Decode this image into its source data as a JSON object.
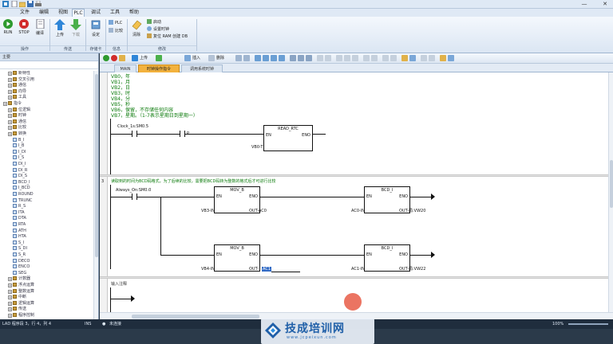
{
  "titlebar": {
    "minimize": "—",
    "close": "✕"
  },
  "menu": {
    "tabs": [
      "文件",
      "编辑",
      "视图",
      "PLC",
      "调试",
      "工具",
      "帮助"
    ],
    "active": "PLC"
  },
  "ribbon": {
    "buttons": {
      "run": "RUN",
      "stop": "STOP",
      "compile": "编译",
      "upload": "上传",
      "download": "下载",
      "settings": "设定",
      "plc": "PLC",
      "compare": "比较",
      "clear": "清除"
    },
    "small": {
      "startup": "启动",
      "realtime_clock": "设置时钟",
      "ram_to_eeprom": "复位 RAM 创建 DB"
    },
    "groups": [
      "操作",
      "传送",
      "存储卡",
      "信息",
      "修改"
    ]
  },
  "leftpanel": {
    "header": "主要",
    "tree": [
      {
        "label": "新特性",
        "level": 1,
        "folder": true
      },
      {
        "label": "交叉引用",
        "level": 1,
        "folder": true
      },
      {
        "label": "通信",
        "level": 1,
        "folder": true
      },
      {
        "label": "向导",
        "level": 1,
        "folder": true
      },
      {
        "label": "工具",
        "level": 1,
        "folder": true
      },
      {
        "label": "指令",
        "level": 0,
        "folder": true
      },
      {
        "label": "位逻辑",
        "level": 1,
        "folder": true
      },
      {
        "label": "时钟",
        "level": 1,
        "folder": true
      },
      {
        "label": "通信",
        "level": 1,
        "folder": true
      },
      {
        "label": "比较",
        "level": 1,
        "folder": true
      },
      {
        "label": "转换",
        "level": 1,
        "folder": true
      },
      {
        "label": "B_I",
        "level": 2,
        "folder": false
      },
      {
        "label": "I_B",
        "level": 2,
        "folder": false
      },
      {
        "label": "I_DI",
        "level": 2,
        "folder": false
      },
      {
        "label": "I_S",
        "level": 2,
        "folder": false
      },
      {
        "label": "DI_I",
        "level": 2,
        "folder": false
      },
      {
        "label": "DI_R",
        "level": 2,
        "folder": false
      },
      {
        "label": "DI_S",
        "level": 2,
        "folder": false
      },
      {
        "label": "BCD_I",
        "level": 2,
        "folder": false
      },
      {
        "label": "I_BCD",
        "level": 2,
        "folder": false
      },
      {
        "label": "ROUND",
        "level": 2,
        "folder": false
      },
      {
        "label": "TRUNC",
        "level": 2,
        "folder": false
      },
      {
        "label": "R_S",
        "level": 2,
        "folder": false
      },
      {
        "label": "ITA",
        "level": 2,
        "folder": false
      },
      {
        "label": "DTA",
        "level": 2,
        "folder": false
      },
      {
        "label": "RTA",
        "level": 2,
        "folder": false
      },
      {
        "label": "ATH",
        "level": 2,
        "folder": false
      },
      {
        "label": "HTA",
        "level": 2,
        "folder": false
      },
      {
        "label": "S_I",
        "level": 2,
        "folder": false
      },
      {
        "label": "S_DI",
        "level": 2,
        "folder": false
      },
      {
        "label": "S_R",
        "level": 2,
        "folder": false
      },
      {
        "label": "DECO",
        "level": 2,
        "folder": false
      },
      {
        "label": "ENCO",
        "level": 2,
        "folder": false
      },
      {
        "label": "SEG",
        "level": 2,
        "folder": false
      },
      {
        "label": "计数器",
        "level": 1,
        "folder": true
      },
      {
        "label": "浮点运算",
        "level": 1,
        "folder": true
      },
      {
        "label": "整数运算",
        "level": 1,
        "folder": true
      },
      {
        "label": "中断",
        "level": 1,
        "folder": true
      },
      {
        "label": "逻辑运算",
        "level": 1,
        "folder": true
      },
      {
        "label": "传送",
        "level": 1,
        "folder": true
      },
      {
        "label": "程序控制",
        "level": 1,
        "folder": true
      }
    ]
  },
  "editor": {
    "toolbar": {
      "upload": "上传",
      "insert": "插入",
      "delete": "删除"
    },
    "tabs": [
      "MAIN",
      "时钟操作指令",
      "调用系统时钟"
    ],
    "active_tab": "时钟操作指令",
    "network1": {
      "comments": [
        "VB0，年",
        "VB1，月",
        "VB2，日",
        "VB3，时",
        "VB4，分",
        "VB5，秒",
        "VB6，保留，不存储任何内容",
        "VB7，星期。（1-7表示星期日到星期一）"
      ],
      "contact_label": "Clock_1s:SM0.5",
      "p_label": "P",
      "box_title": "READ_RTC",
      "en": "EN",
      "eno": "ENO",
      "t_pin": "VB0-T"
    },
    "network3": {
      "number": "3",
      "comment": "读取到的时间为BCD码格式，为了后续的比较，需要把BCD码转为整数的格式后才可进行比较",
      "contact_label": "Always_On:SM0.0",
      "mov1": {
        "title": "MOV_B",
        "in": "VB3-IN",
        "out": "OUT-AC0"
      },
      "mov2": {
        "title": "MOV_B",
        "in": "VB4-IN",
        "out": "OUT-",
        "out_sel": "AC1"
      },
      "bcd1": {
        "title": "BCD_I",
        "in": "AC0-IN",
        "out": "OUT-局:VW20"
      },
      "bcd2": {
        "title": "BCD_I",
        "in": "AC1-IN",
        "out": "OUT-局:VW22"
      },
      "en": "EN",
      "eno": "ENO"
    },
    "network4": {
      "comment": "输入注释"
    }
  },
  "statusbar": {
    "position": "LAD 程序段 3，行 4，列 4",
    "mode": "INS",
    "connection": "未连接",
    "zoom": "100%"
  },
  "watermark": {
    "title": "技成培训网",
    "url": "www.jcpeixun.com"
  },
  "colors": {
    "active_tab": "#f3b23d",
    "comment_green": "#0a7a0a",
    "status_bg": "#1f2d3d",
    "cursor": "#e85c46"
  }
}
